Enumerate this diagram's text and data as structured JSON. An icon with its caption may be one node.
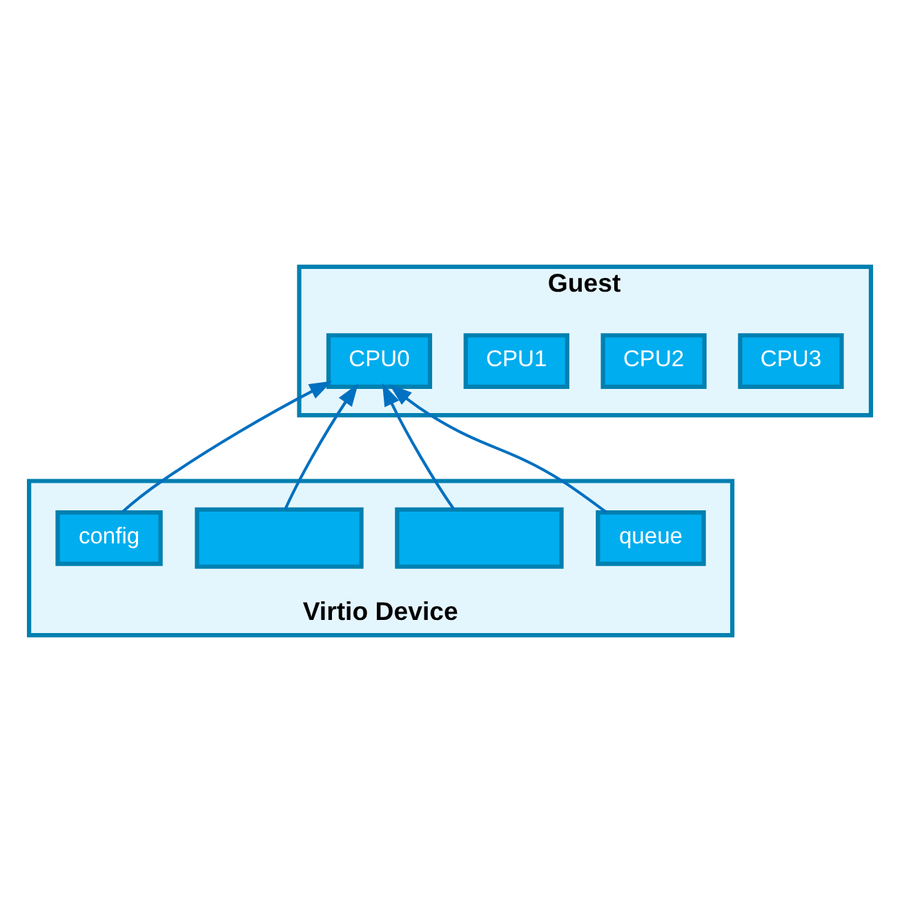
{
  "diagram": {
    "nodes": [
      {
        "text": [
          "Guest"
        ]
      },
      {
        "text": [
          "CPU0"
        ],
        "in": 0
      },
      {
        "text": [
          "CPU1"
        ],
        "in": 0
      },
      {
        "text": [
          "CPU2"
        ],
        "in": 0
      },
      {
        "text": [
          "CPU3"
        ],
        "in": 0
      },
      {
        "text": [
          "Virtio Device"
        ]
      },
      {
        "text": [
          "config"
        ],
        "in": 5
      },
      {
        "text": [],
        "shape": "box",
        "in": 5
      },
      {
        "text": [],
        "shape": "box",
        "in": 5
      },
      {
        "text": [
          "queue"
        ],
        "in": 5
      }
    ],
    "edges": [
      {
        "from": 6,
        "to": 1,
        "arrow": "to"
      },
      {
        "from": 7,
        "to": 1,
        "arrow": "to"
      },
      {
        "from": 8,
        "to": 1,
        "arrow": "to"
      },
      {
        "from": 9,
        "to": 1,
        "arrow": "to"
      }
    ]
  }
}
